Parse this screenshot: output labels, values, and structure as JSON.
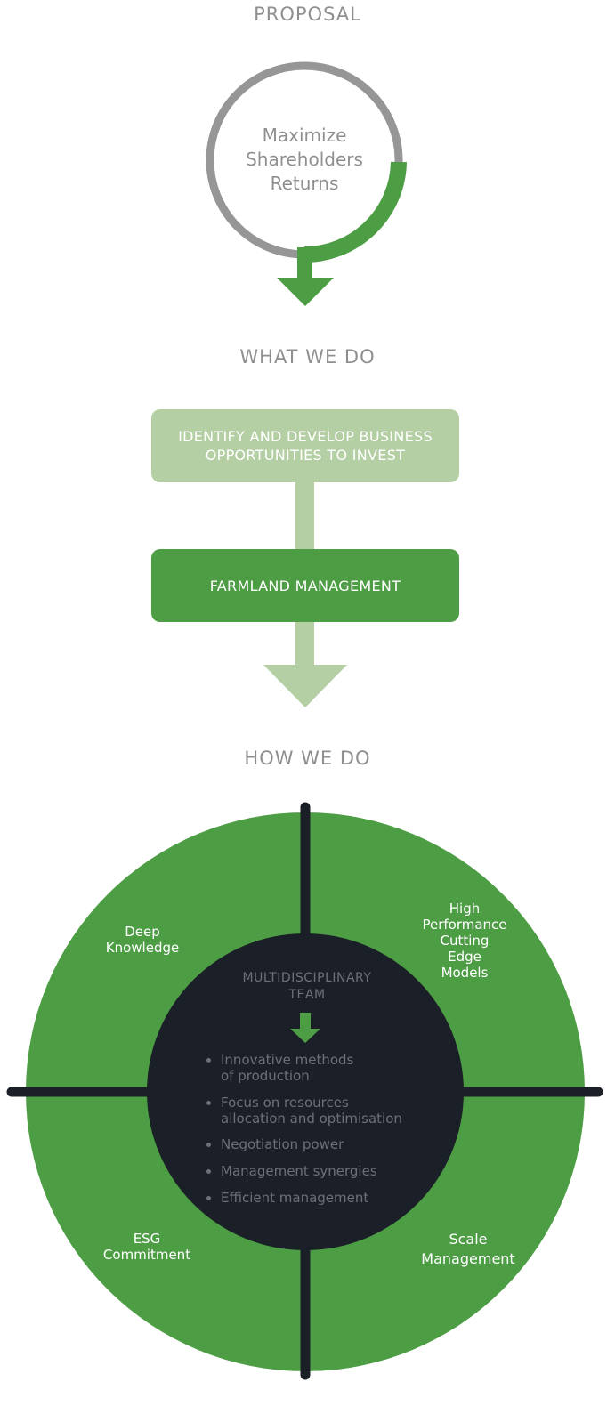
{
  "sections": {
    "proposal": "PROPOSAL",
    "what_we_do": "WHAT WE DO",
    "how_we_do": "HOW WE DO"
  },
  "proposal": {
    "center_lines": [
      "Maximize",
      "Shareholders",
      "Returns"
    ]
  },
  "what_we_do": {
    "identify_lines": [
      "IDENTIFY AND DEVELOP BUSINESS",
      "OPPORTUNITIES TO INVEST"
    ],
    "farmland": "FARMLAND MANAGEMENT"
  },
  "how_we_do": {
    "quadrants": {
      "top_left": [
        "Deep",
        "Knowledge"
      ],
      "top_right": [
        "High",
        "Performance",
        "Cutting",
        "Edge",
        "Models"
      ],
      "bottom_left": [
        "ESG",
        "Commitment"
      ],
      "bottom_right": [
        "Scale",
        "Management"
      ]
    },
    "center_title": [
      "MULTIDISCIPLINARY",
      "TEAM"
    ],
    "bullets": [
      [
        "Innovative methods",
        "of production"
      ],
      [
        "Focus on resources",
        "allocation and optimisation"
      ],
      [
        "Negotiation power"
      ],
      [
        "Management synergies"
      ],
      [
        "Efficient management"
      ]
    ]
  },
  "colors": {
    "green": "#4d9d44",
    "light_green": "#b5cfa4",
    "gray": "#8f8f8f",
    "dark": "#1b1f27"
  }
}
